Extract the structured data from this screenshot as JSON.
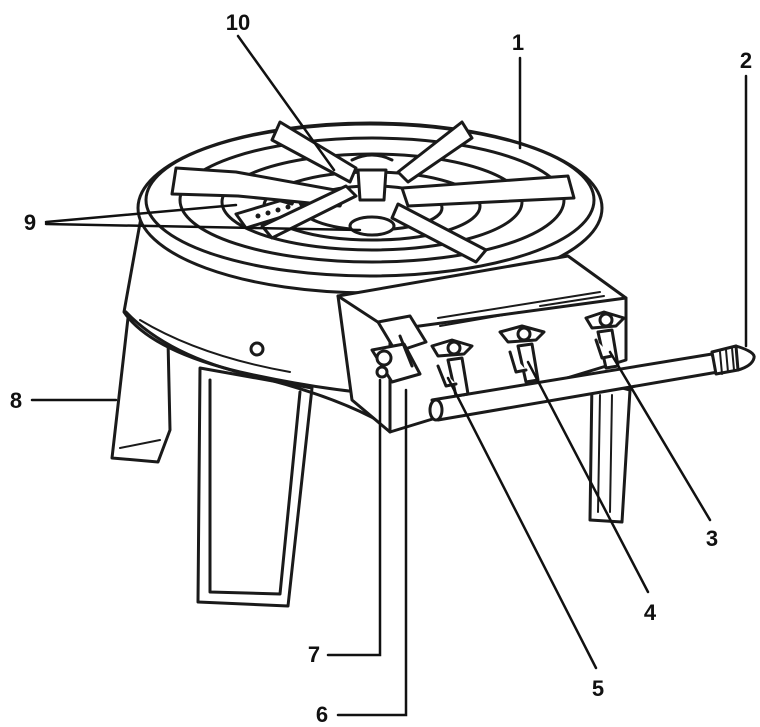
{
  "figure": {
    "subject": "outdoor gas burner stove with multi-valve manifold",
    "callouts": [
      {
        "id": "c1",
        "text": "1"
      },
      {
        "id": "c2",
        "text": "2"
      },
      {
        "id": "c3",
        "text": "3"
      },
      {
        "id": "c4",
        "text": "4"
      },
      {
        "id": "c5",
        "text": "5"
      },
      {
        "id": "c6",
        "text": "6"
      },
      {
        "id": "c7",
        "text": "7"
      },
      {
        "id": "c8",
        "text": "8"
      },
      {
        "id": "c9",
        "text": "9"
      },
      {
        "id": "c10",
        "text": "10"
      }
    ]
  }
}
